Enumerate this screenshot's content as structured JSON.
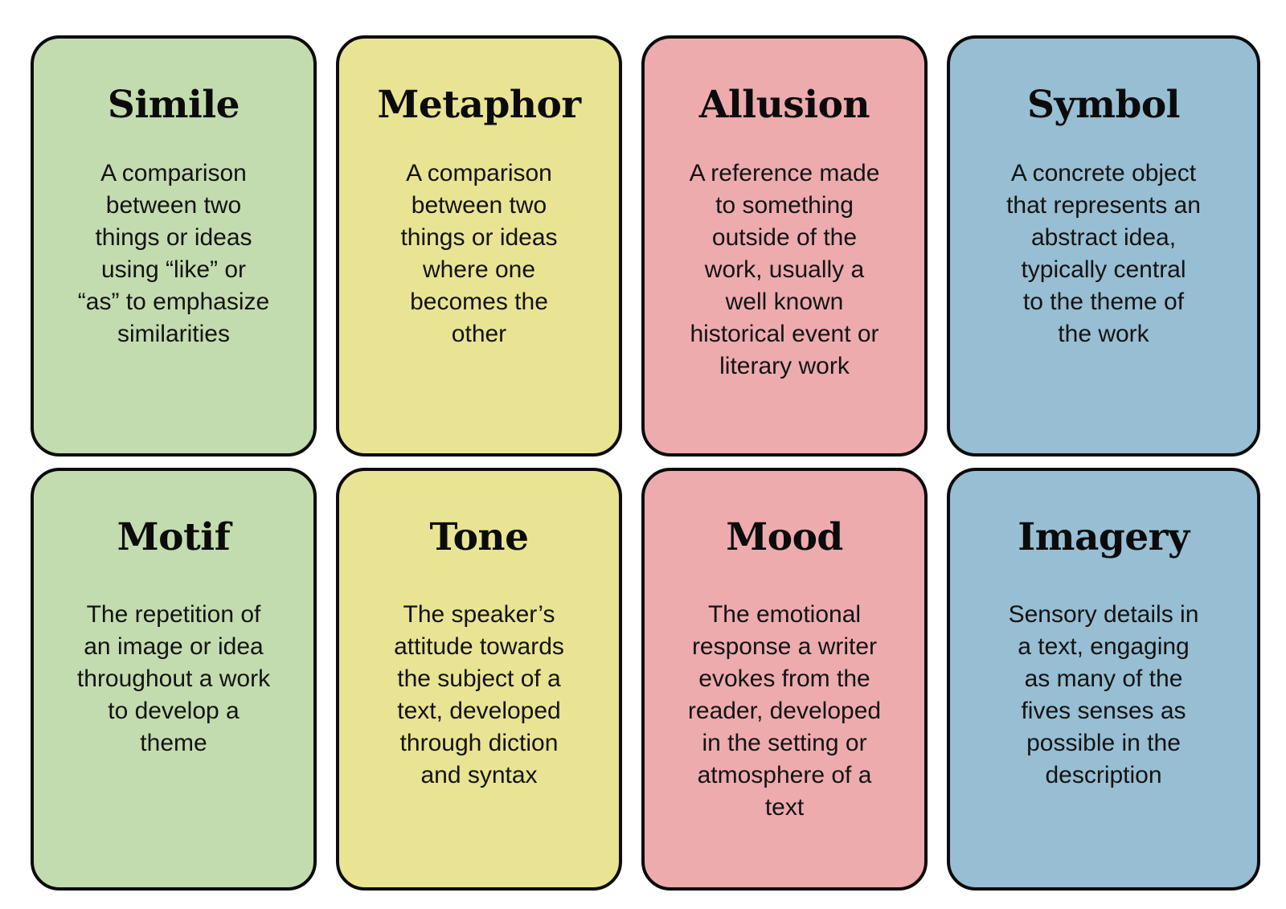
{
  "page": {
    "title": "Literary Devices Reference Cards",
    "background_color": "#ffffff",
    "border_color": "#0b0b0b",
    "text_color": "#131313",
    "palette": {
      "green": "#c3dcaf",
      "yellow": "#e9e394",
      "pink": "#edabae",
      "blue": "#97bed2"
    }
  },
  "cards": [
    {
      "title": "Simile",
      "description": "A comparison\nbetween two\nthings or ideas\nusing “like” or\n“as” to emphasize\nsimilarities",
      "color_name": "green",
      "color": "#c3dcaf",
      "row": 1,
      "column": 1
    },
    {
      "title": "Metaphor",
      "description": "A comparison\nbetween two\nthings or ideas\nwhere one\nbecomes the\nother",
      "color_name": "yellow",
      "color": "#e9e394",
      "row": 1,
      "column": 2
    },
    {
      "title": "Allusion",
      "description": "A reference made\nto something\noutside of the\nwork, usually a\nwell known\nhistorical event or\nliterary work",
      "color_name": "pink",
      "color": "#edabae",
      "row": 1,
      "column": 3
    },
    {
      "title": "Symbol",
      "description": "A concrete object\nthat represents an\nabstract idea,\ntypically central\nto the theme of\nthe work",
      "color_name": "blue",
      "color": "#97bed2",
      "row": 1,
      "column": 4
    },
    {
      "title": "Motif",
      "description": "The repetition of\nan image or idea\nthroughout a work\nto develop a\ntheme",
      "color_name": "green",
      "color": "#c3dcaf",
      "row": 2,
      "column": 1
    },
    {
      "title": "Tone",
      "description": "The speaker’s\nattitude towards\nthe subject of a\ntext, developed\nthrough diction\nand syntax",
      "color_name": "yellow",
      "color": "#e9e394",
      "row": 2,
      "column": 2
    },
    {
      "title": "Mood",
      "description": "The emotional\nresponse a writer\nevokes from the\nreader, developed\nin the setting or\natmosphere of a\ntext",
      "color_name": "pink",
      "color": "#edabae",
      "row": 2,
      "column": 3
    },
    {
      "title": "Imagery",
      "description": "Sensory details in\na text, engaging\nas many of the\nfives senses as\npossible in the\ndescription",
      "color_name": "blue",
      "color": "#97bed2",
      "row": 2,
      "column": 4
    }
  ]
}
